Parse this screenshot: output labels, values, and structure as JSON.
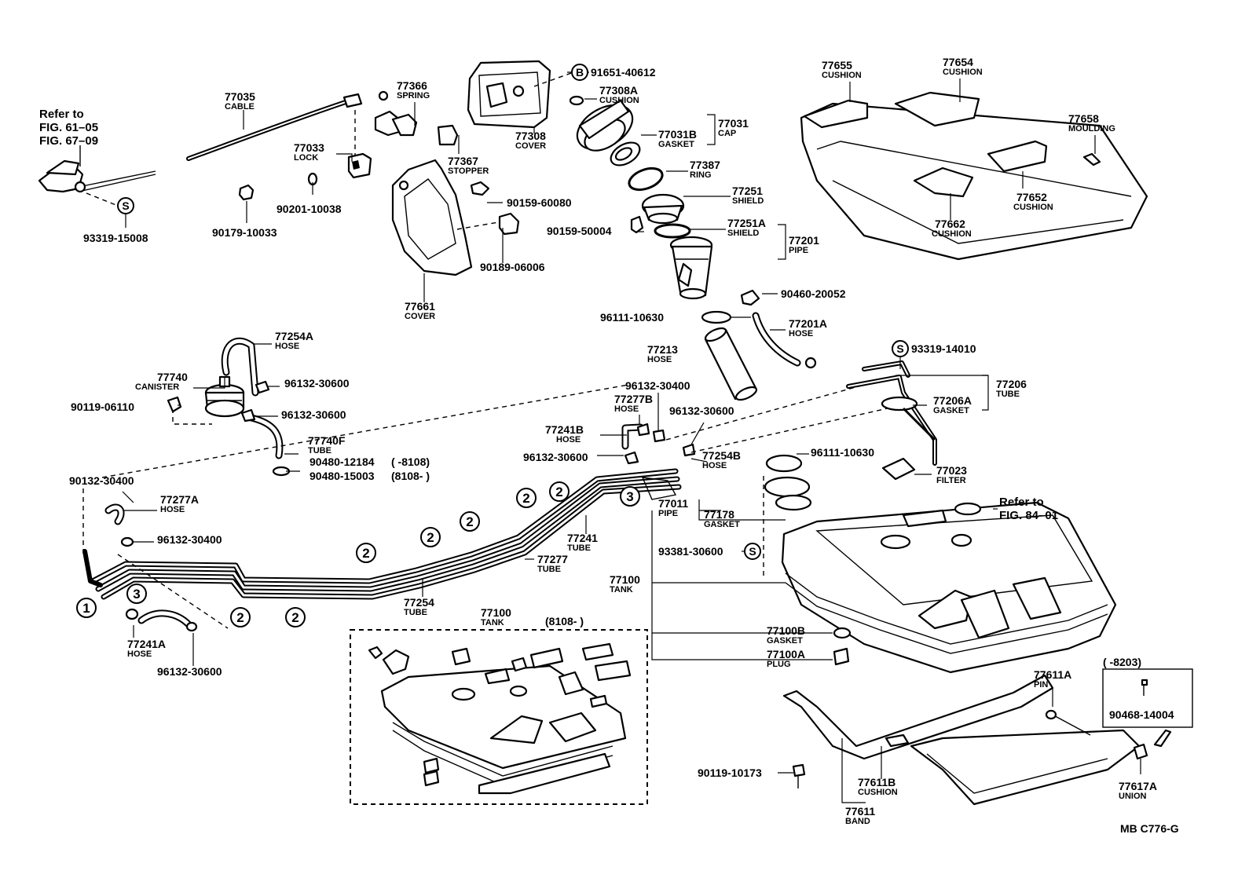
{
  "diagram_id": "MB C776-G",
  "parts": {
    "p77035": {
      "pn": "77035",
      "name": "CABLE"
    },
    "p77366": {
      "pn": "77366",
      "name": "SPRING"
    },
    "p77033": {
      "pn": "77033",
      "name": "LOCK"
    },
    "p90201": {
      "pn": "90201-10038"
    },
    "p90179": {
      "pn": "90179-10033"
    },
    "p93319a": {
      "pn": "93319-15008"
    },
    "p77367": {
      "pn": "77367",
      "name": "STOPPER"
    },
    "p77308": {
      "pn": "77308",
      "name": "COVER"
    },
    "p91651": {
      "pn": "91651-40612"
    },
    "p77308A": {
      "pn": "77308A",
      "name": "CUSHION"
    },
    "p77031": {
      "pn": "77031",
      "name": "CAP"
    },
    "p77031B": {
      "pn": "77031B",
      "name": "GASKET"
    },
    "p77387": {
      "pn": "77387",
      "name": "RING"
    },
    "p77251": {
      "pn": "77251",
      "name": "SHIELD"
    },
    "p77251A": {
      "pn": "77251A",
      "name": "SHIELD"
    },
    "p77201": {
      "pn": "77201",
      "name": "PIPE"
    },
    "p90159a": {
      "pn": "90159-60080"
    },
    "p90159b": {
      "pn": "90159-50004"
    },
    "p90189": {
      "pn": "90189-06006"
    },
    "p77661": {
      "pn": "77661",
      "name": "COVER"
    },
    "p90460": {
      "pn": "90460-20052"
    },
    "p96111a": {
      "pn": "96111-10630"
    },
    "p77201A": {
      "pn": "77201A",
      "name": "HOSE"
    },
    "p77213": {
      "pn": "77213",
      "name": "HOSE"
    },
    "p77655": {
      "pn": "77655",
      "name": "CUSHION"
    },
    "p77654": {
      "pn": "77654",
      "name": "CUSHION"
    },
    "p77658": {
      "pn": "77658",
      "name": "MOULDING"
    },
    "p77652": {
      "pn": "77652",
      "name": "CUSHION"
    },
    "p77662": {
      "pn": "77662",
      "name": "CUSHION"
    },
    "p77254A": {
      "pn": "77254A",
      "name": "HOSE"
    },
    "p77740": {
      "pn": "77740",
      "name": "CANISTER"
    },
    "p96132a": {
      "pn": "96132-30600"
    },
    "p90119a": {
      "pn": "90119-06110"
    },
    "p96132b": {
      "pn": "96132-30600"
    },
    "p77740F": {
      "pn": "77740F",
      "name": "TUBE"
    },
    "p90480a": {
      "pn": "90480-12184",
      "range": "(      -8108)"
    },
    "p90480b": {
      "pn": "90480-15003",
      "range": "(8108-      )"
    },
    "p93319b": {
      "pn": "93319-14010"
    },
    "p96132c": {
      "pn": "96132-30400"
    },
    "p77277B": {
      "pn": "77277B",
      "name": "HOSE"
    },
    "p96132d": {
      "pn": "96132-30600"
    },
    "p77241B": {
      "pn": "77241B",
      "name": "HOSE"
    },
    "p96132e": {
      "pn": "96132-30600"
    },
    "p77254B": {
      "pn": "77254B",
      "name": "HOSE"
    },
    "p77206": {
      "pn": "77206",
      "name": "TUBE"
    },
    "p77206A": {
      "pn": "77206A",
      "name": "GASKET"
    },
    "p96111b": {
      "pn": "96111-10630"
    },
    "p77023": {
      "pn": "77023",
      "name": "FILTER"
    },
    "p90132": {
      "pn": "90132-30400"
    },
    "p77277A": {
      "pn": "77277A",
      "name": "HOSE"
    },
    "p96132f": {
      "pn": "96132-30400"
    },
    "p77241": {
      "pn": "77241",
      "name": "TUBE"
    },
    "p77277": {
      "pn": "77277",
      "name": "TUBE"
    },
    "p77011": {
      "pn": "77011",
      "name": "PIPE"
    },
    "p77178": {
      "pn": "77178",
      "name": "GASKET"
    },
    "p93381": {
      "pn": "93381-30600"
    },
    "p77100": {
      "pn": "77100",
      "name": "TANK"
    },
    "p77254": {
      "pn": "77254",
      "name": "TUBE"
    },
    "p77241A": {
      "pn": "77241A",
      "name": "HOSE"
    },
    "p96132g": {
      "pn": "96132-30600"
    },
    "p77100alt": {
      "pn": "77100",
      "name": "TANK",
      "range": "(8108-      )"
    },
    "p77100B": {
      "pn": "77100B",
      "name": "GASKET"
    },
    "p77100A": {
      "pn": "77100A",
      "name": "PLUG"
    },
    "p77611A": {
      "pn": "77611A",
      "name": "PIN"
    },
    "p90468": {
      "pn": "90468-14004",
      "range": "(      -8203)"
    },
    "p90119b": {
      "pn": "90119-10173"
    },
    "p77611B": {
      "pn": "77611B",
      "name": "CUSHION"
    },
    "p77611": {
      "pn": "77611",
      "name": "BAND"
    },
    "p77617A": {
      "pn": "77617A",
      "name": "UNION"
    }
  },
  "references": {
    "refer1": {
      "l1": "Refer to",
      "l2": "FIG. 61–05",
      "l3": "FIG. 67–09"
    },
    "refer2": {
      "l1": "Refer to",
      "l2": "FIG. 84–01"
    }
  },
  "callouts": {
    "one": "1",
    "two": "2",
    "three": "3",
    "s": "S",
    "b": "B"
  }
}
